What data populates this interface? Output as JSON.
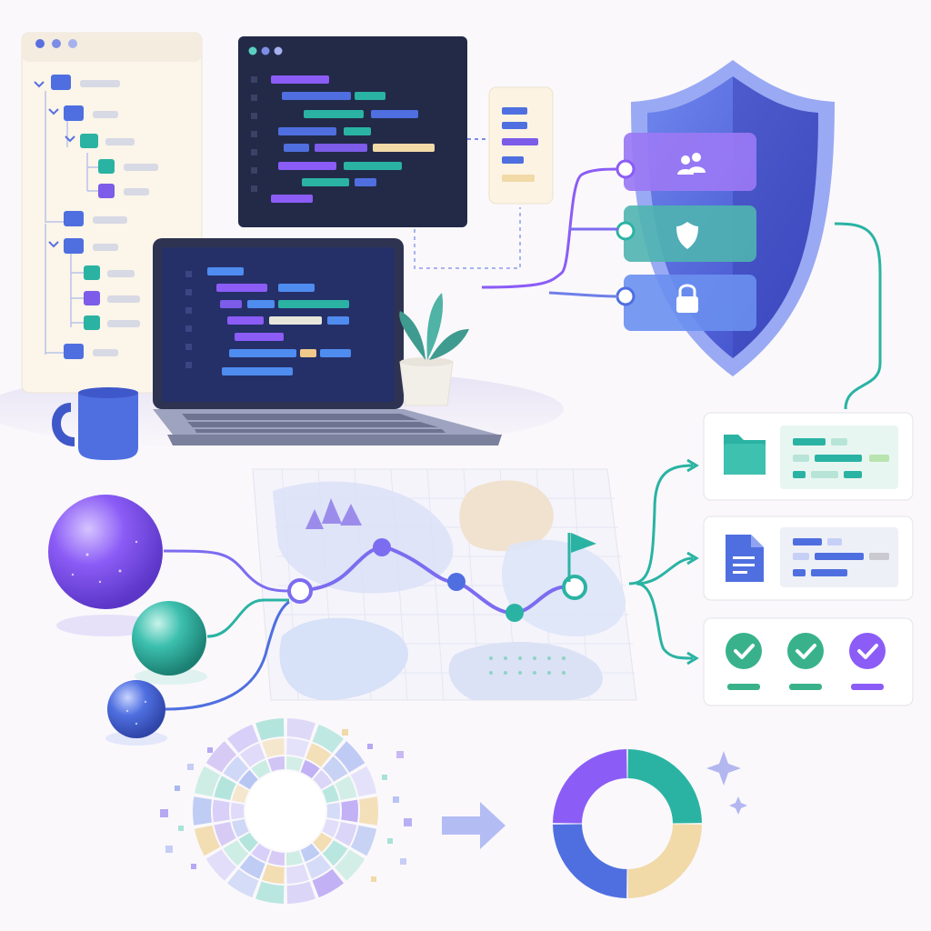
{
  "colors": {
    "purple": "#8b5cf6",
    "violet": "#7c6cf0",
    "teal": "#2ab3a3",
    "blue": "#4f6fe0",
    "navy": "#232b4d",
    "sand": "#f1d9a8",
    "green": "#39b28b"
  },
  "icons": {
    "shield_tags": [
      "users-icon",
      "shield-icon",
      "lock-icon"
    ],
    "panels": [
      "folder-icon",
      "document-icon",
      "check-icon"
    ]
  },
  "panels": [
    {
      "id": "folder",
      "icon": "folder-icon"
    },
    {
      "id": "document",
      "icon": "document-icon"
    },
    {
      "id": "checks",
      "icon": "check-icon",
      "check_count": 3
    }
  ],
  "donut_before": {
    "ring_segments": 18
  },
  "donut_after": {
    "segments": [
      {
        "color": "#2ab3a3",
        "value": 0.25
      },
      {
        "color": "#f1d9a8",
        "value": 0.25
      },
      {
        "color": "#4f6fe0",
        "value": 0.25
      },
      {
        "color": "#8b5cf6",
        "value": 0.25
      }
    ]
  }
}
